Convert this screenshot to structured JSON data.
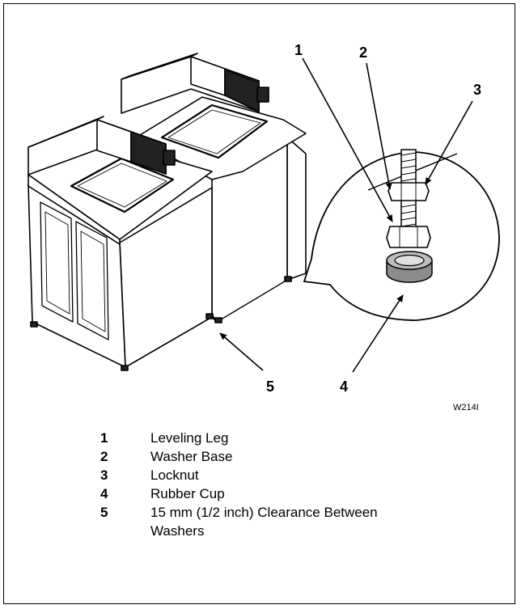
{
  "figure": {
    "id_label": "W214I",
    "callouts": [
      "1",
      "2",
      "3",
      "4",
      "5"
    ]
  },
  "legend": [
    {
      "num": "1",
      "text": "Leveling Leg"
    },
    {
      "num": "2",
      "text": "Washer Base"
    },
    {
      "num": "3",
      "text": "Locknut"
    },
    {
      "num": "4",
      "text": "Rubber Cup"
    },
    {
      "num": "5",
      "text": "15 mm (1/2 inch) Clearance Between Washers"
    }
  ]
}
